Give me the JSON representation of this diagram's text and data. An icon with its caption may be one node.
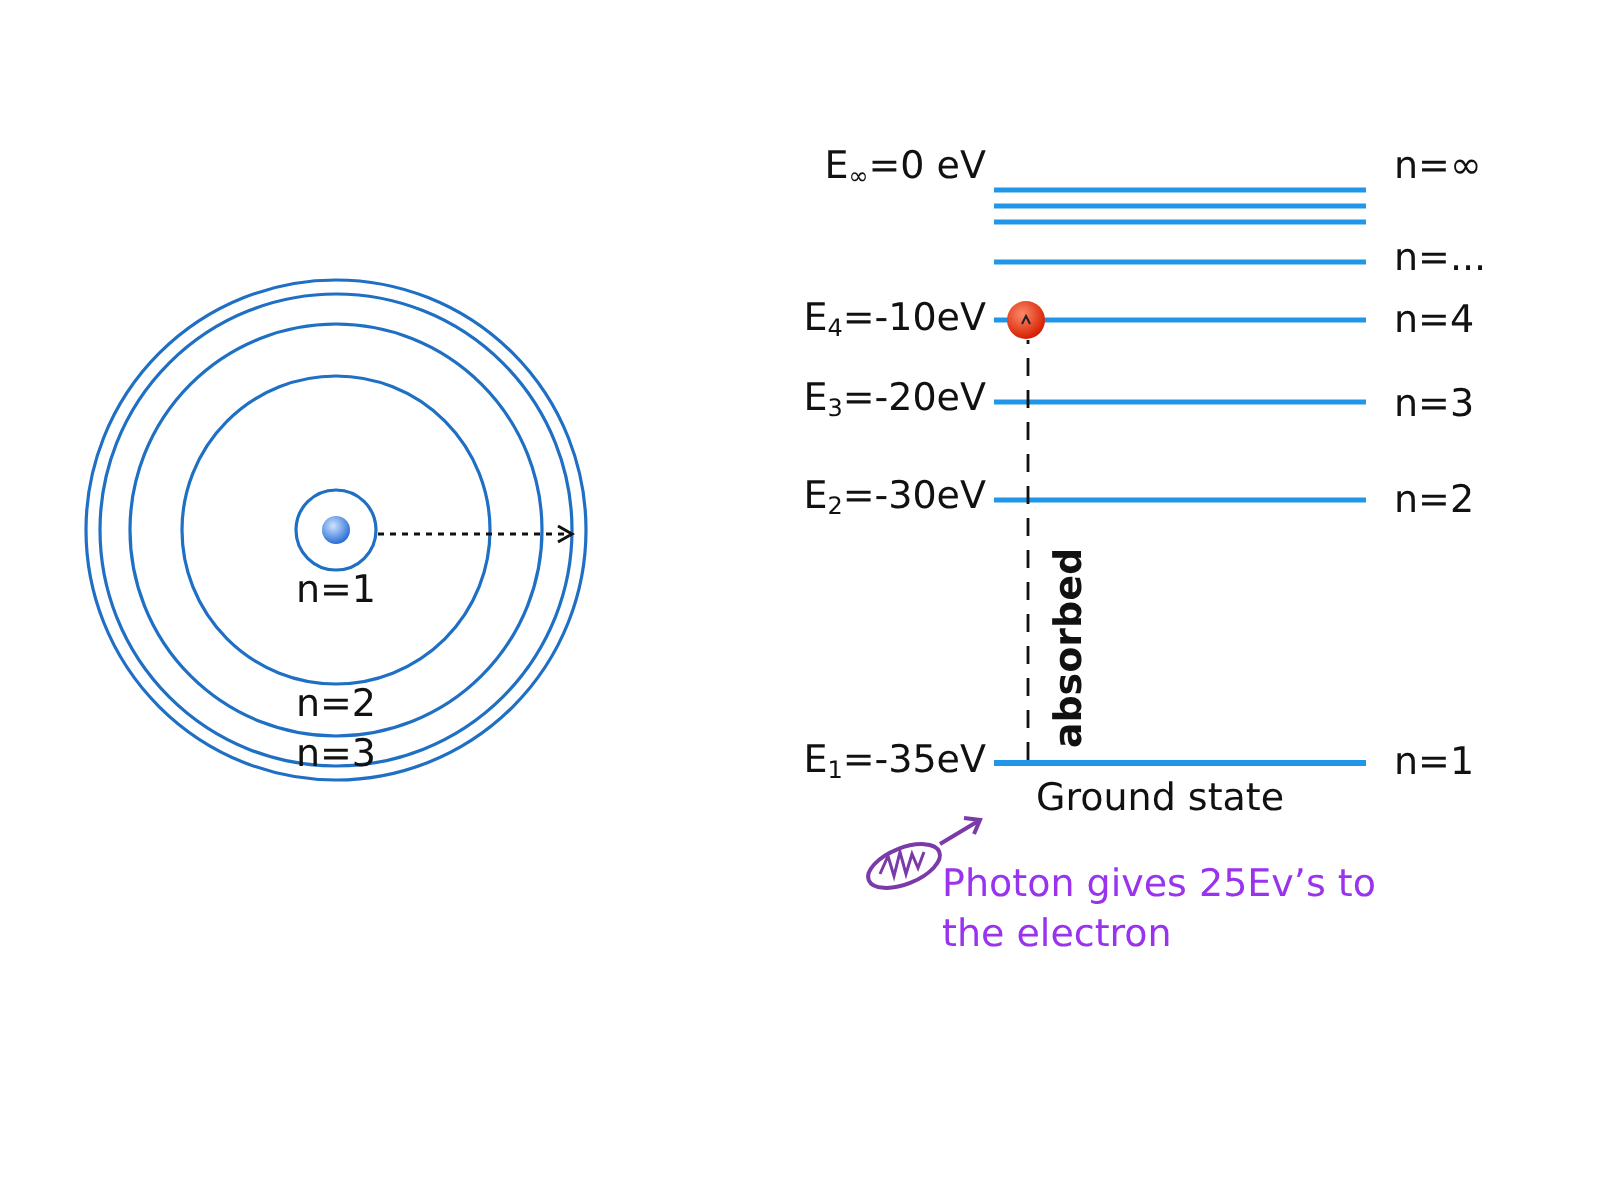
{
  "diagram": {
    "nodes": [
      {
        "text": [],
        "shape": "circle"
      },
      {
        "text": [],
        "shape": "bar"
      }
    ],
    "edges": [
      {
        "from": 1,
        "to": 0,
        "arrow": "none",
        "style": "dashed",
        "label": "absorbed"
      }
    ],
    "labels": [
      "n=1",
      "n=2",
      "n=3",
      "E$_{∞}$=0 eV",
      "n=∞",
      "n=...",
      "E$_{4}$=-10eV",
      "n=4",
      "E$_{3}$=-20eV",
      "n=3",
      "E$_{2}$=-30eV",
      "n=2",
      "E$_{1}$=-35eV",
      "n=1",
      "Ground state",
      "Photon gives 25Ev’s to the electron"
    ]
  }
}
